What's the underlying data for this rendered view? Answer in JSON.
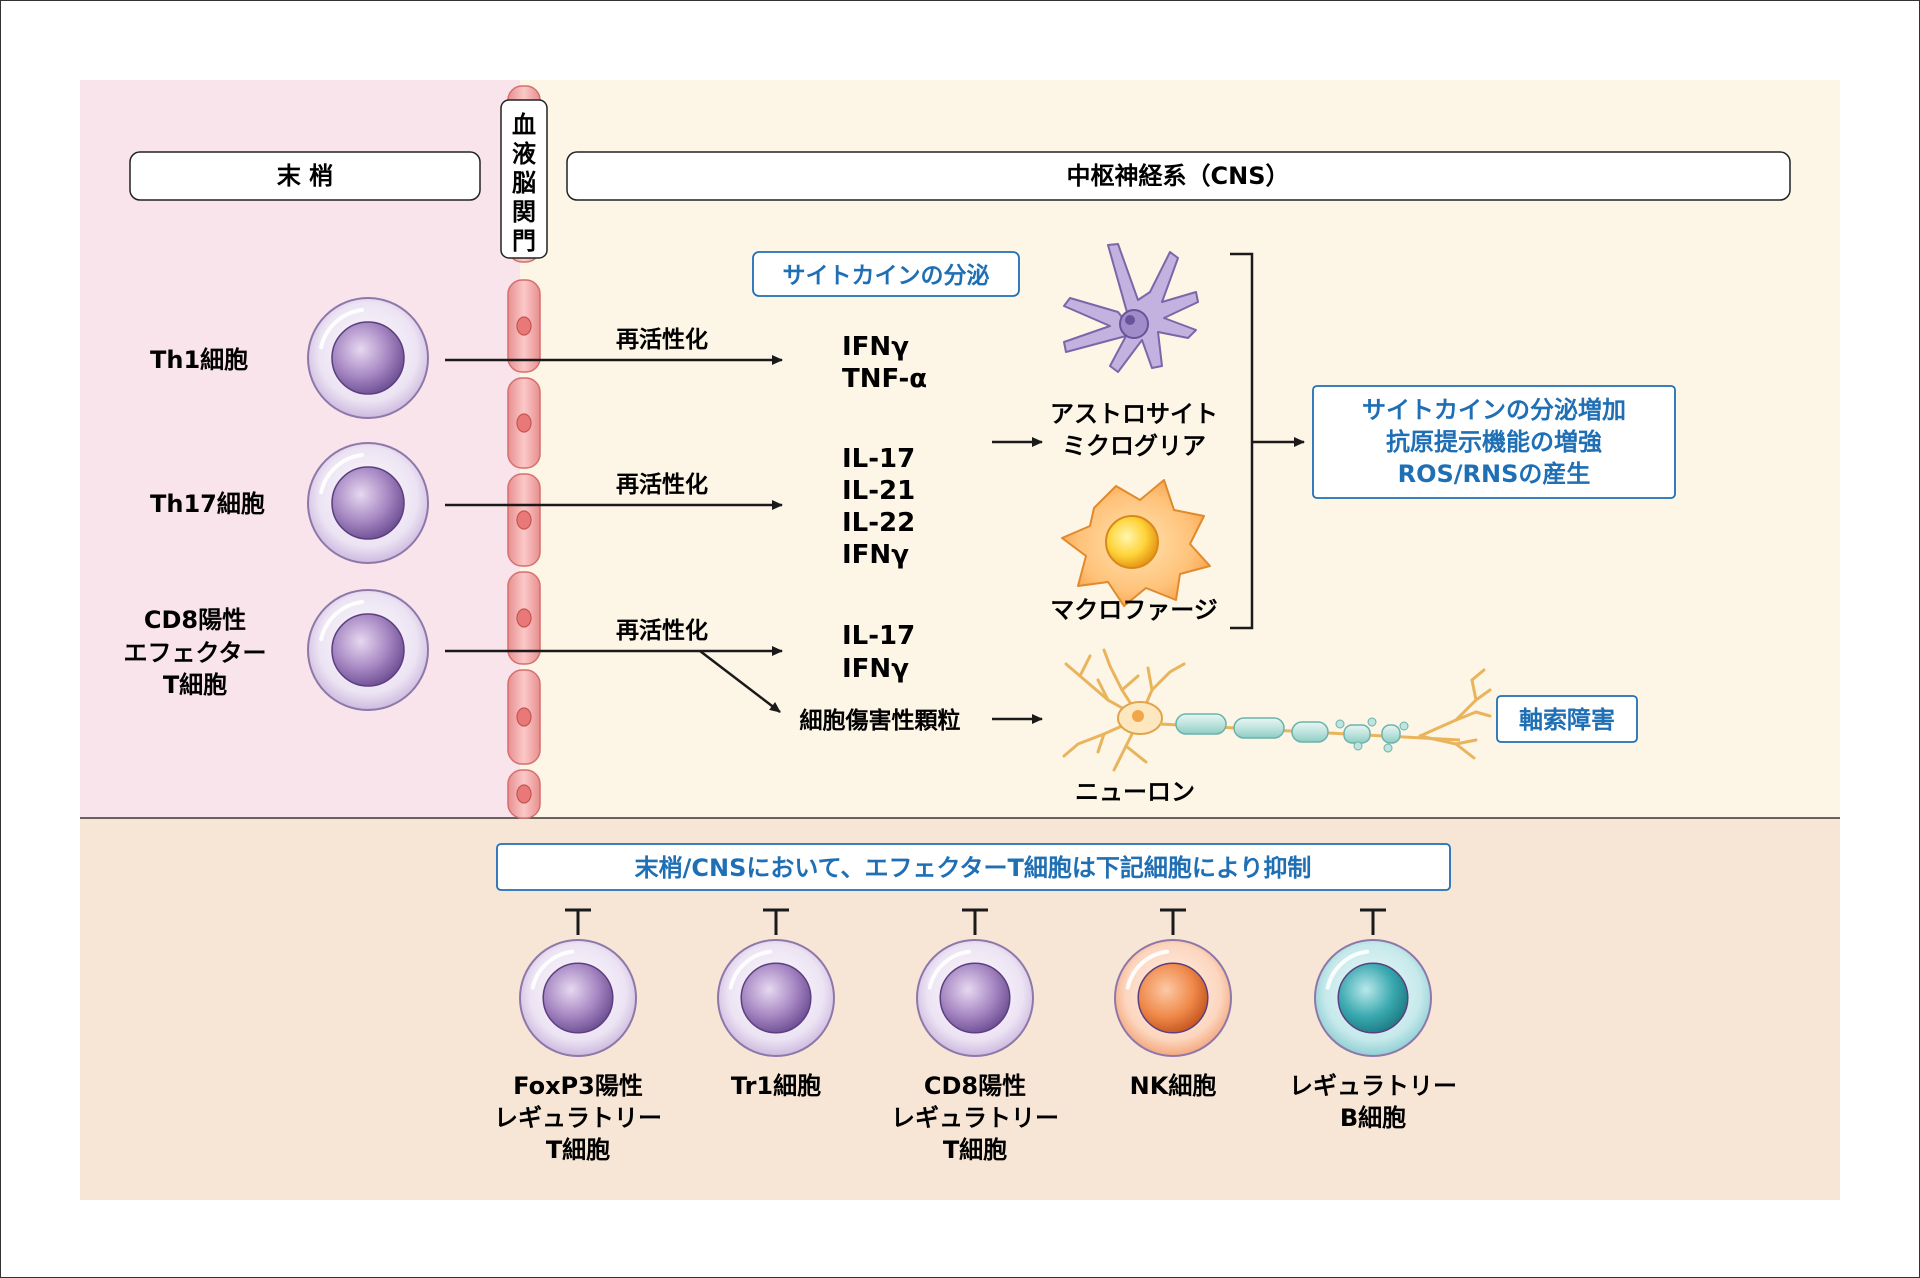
{
  "regions": {
    "peripheral": "末 梢",
    "bbb": [
      "血",
      "液",
      "脳",
      "関",
      "門"
    ],
    "cns": "中枢神経系（CNS）"
  },
  "cells": {
    "th1": [
      "Th1細胞"
    ],
    "th17": [
      "Th17細胞"
    ],
    "cd8": [
      "CD8陽性",
      "エフェクター",
      "T細胞"
    ]
  },
  "reactivation": [
    "再活性化",
    "再活性化",
    "再活性化"
  ],
  "cytokine_secretion_label": "サイトカインの分泌",
  "cytokines": {
    "group1": [
      "IFNγ",
      "TNF-α"
    ],
    "group2": [
      "IL-17",
      "IL-21",
      "IL-22",
      "IFNγ"
    ],
    "group3": [
      "IL-17",
      "IFNγ"
    ]
  },
  "cytotoxic_granules": "細胞傷害性顆粒",
  "targets": {
    "astro": [
      "アストロサイト",
      "ミクログリア"
    ],
    "macro": "マクロファージ",
    "neuron": "ニューロン"
  },
  "effects": [
    "サイトカインの分泌増加",
    "抗原提示機能の増強",
    "ROS/RNSの産生"
  ],
  "axon_damage": "軸索障害",
  "suppression_title": "末梢/CNSにおいて、エフェクターT細胞は下記細胞により抑制",
  "suppressors": [
    {
      "lines": [
        "FoxP3陽性",
        "レギュラトリー",
        "T細胞"
      ],
      "type": "purple"
    },
    {
      "lines": [
        "Tr1細胞"
      ],
      "type": "purple"
    },
    {
      "lines": [
        "CD8陽性",
        "レギュラトリー",
        "T細胞"
      ],
      "type": "purple"
    },
    {
      "lines": [
        "NK細胞"
      ],
      "type": "orange"
    },
    {
      "lines": [
        "レギュラトリー",
        "B細胞"
      ],
      "type": "teal"
    }
  ],
  "colors": {
    "peripheral_bg": "#f8e4ea",
    "cns_bg": "#fdf5e6",
    "bottom_bg": "#f7e6d5",
    "accent_blue": "#1f6fb5",
    "vessel": "#f2a7a7",
    "tcell_purple": "#9b7ab8",
    "nk_orange": "#f08a4b",
    "breg_teal": "#3aa9b0"
  }
}
